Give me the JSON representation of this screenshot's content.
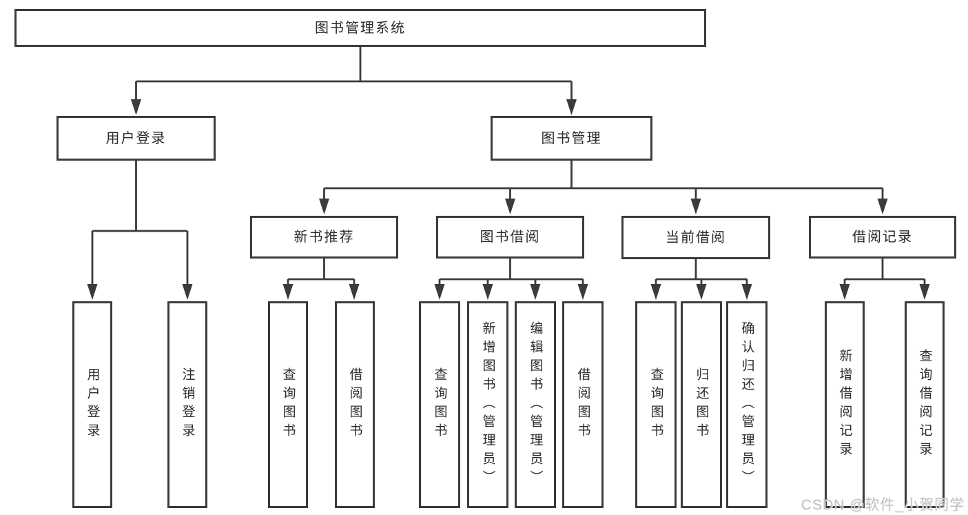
{
  "diagram": {
    "root": {
      "label": "图书管理系统"
    },
    "level2": [
      {
        "label": "用户登录"
      },
      {
        "label": "图书管理"
      }
    ],
    "level3": [
      {
        "label": "新书推荐"
      },
      {
        "label": "图书借阅"
      },
      {
        "label": "当前借阅"
      },
      {
        "label": "借阅记录"
      }
    ],
    "leaves": {
      "user_login": [
        {
          "label": "用户登录"
        },
        {
          "label": "注销登录"
        }
      ],
      "new_books": [
        {
          "label": "查询图书"
        },
        {
          "label": "借阅图书"
        }
      ],
      "book_borrowing": [
        {
          "label": "查询图书"
        },
        {
          "label": "新增图书（管理员）"
        },
        {
          "label": "编辑图书（管理员）"
        },
        {
          "label": "借阅图书"
        }
      ],
      "current_borrowing": [
        {
          "label": "查询图书"
        },
        {
          "label": "归还图书"
        },
        {
          "label": "确认归还（管理员）"
        }
      ],
      "borrowing_records": [
        {
          "label": "新增借阅记录"
        },
        {
          "label": "查询借阅记录"
        }
      ]
    },
    "colors": {
      "line": "#3b3b3b",
      "text": "#2b2b2b",
      "background": "#ffffff",
      "watermark": "#bdbdbd"
    }
  },
  "watermark": {
    "text": "CSDN @软件_小贺同学"
  }
}
